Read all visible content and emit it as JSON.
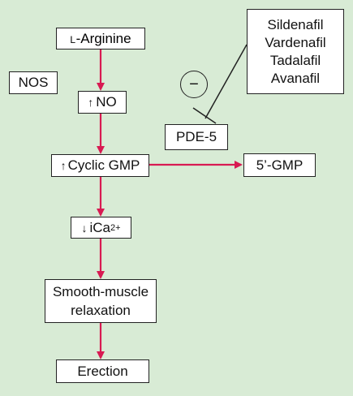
{
  "nodes": {
    "arginine": {
      "prefix": "L",
      "rest": "-Arginine"
    },
    "nos": "NOS",
    "no": {
      "arrow": "↑",
      "text": "NO"
    },
    "cyclic_gmp": {
      "arrow": "↑",
      "text": "Cyclic GMP"
    },
    "gmp5": "5’-GMP",
    "ica": {
      "arrow": "↓",
      "text": "iCa",
      "sup": "2+"
    },
    "smooth_muscle": {
      "line1": "Smooth-muscle",
      "line2": "relaxation"
    },
    "erection": "Erection",
    "pde5": "PDE-5",
    "inhibition_symbol": "−",
    "drugs": [
      "Sildenafil",
      "Vardenafil",
      "Tadalafil",
      "Avanafil"
    ]
  },
  "colors": {
    "background": "#d8ebd5",
    "arrow": "#d81a52",
    "box_border": "#222222",
    "box_fill": "#ffffff"
  }
}
